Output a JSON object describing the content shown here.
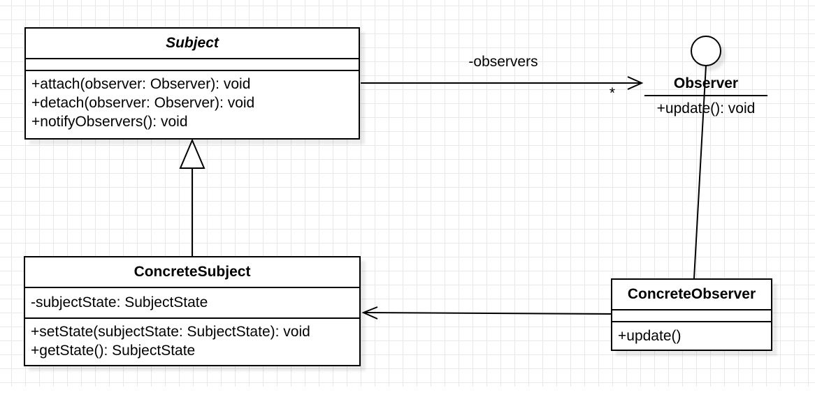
{
  "diagram_type": "uml-class-diagram",
  "classes": {
    "subject": {
      "title": "Subject",
      "stereotype": "abstract",
      "attributes": [],
      "methods": [
        "+attach(observer: Observer): void",
        "+detach(observer: Observer): void",
        "+notifyObservers(): void"
      ]
    },
    "observer": {
      "title": "Observer",
      "notation": "lollipop-interface",
      "methods": [
        "+update(): void"
      ]
    },
    "concrete_subject": {
      "title": "ConcreteSubject",
      "attributes": [
        "-subjectState: SubjectState"
      ],
      "methods": [
        "+setState(subjectState: SubjectState): void",
        "+getState(): SubjectState"
      ]
    },
    "concrete_observer": {
      "title": "ConcreteObserver",
      "attributes": [],
      "methods": [
        "+update()"
      ]
    }
  },
  "edges": {
    "association": {
      "from": "Subject",
      "to": "Observer",
      "label": "-observers",
      "multiplicity": "*"
    },
    "inheritance": {
      "from": "ConcreteSubject",
      "to": "Subject"
    },
    "realization": {
      "from": "ConcreteObserver",
      "to": "Observer"
    },
    "dependency": {
      "from": "ConcreteObserver",
      "to": "ConcreteSubject"
    }
  },
  "colors": {
    "stroke": "#000000",
    "shape_fill": "#ffffff",
    "text": "#000000",
    "grid_line": "#e8e8ea",
    "canvas_background": "#ffffff",
    "shadow": "rgba(0,0,0,0.08)"
  }
}
